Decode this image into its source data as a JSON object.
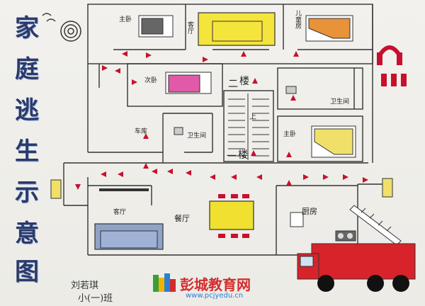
{
  "title_chars": [
    "家",
    "庭",
    "逃",
    "生",
    "示",
    "意",
    "图"
  ],
  "rooms": {
    "master_bedroom_top": "主卧",
    "living_room_upstairs": "客厅",
    "child_bedroom": "儿童房",
    "second_bedroom": "次卧",
    "bathroom_upstairs": "卫生间",
    "garage": "车库",
    "bathroom_downstairs": "卫生间",
    "master_bedroom_lower": "主卧",
    "living_room": "客厅",
    "dining_room": "餐厅",
    "kitchen": "厨房"
  },
  "floors": {
    "second_a": "二",
    "second_b": "楼",
    "first_a": "一",
    "first_b": "楼",
    "stair_up": "上"
  },
  "signature": {
    "name": "刘若琪",
    "class_name": "小(一)班"
  },
  "watermark": {
    "brand": "彭城教育网",
    "url": "www.pcjyedu.cn"
  },
  "colors": {
    "arrow": "#c8102e",
    "sofa_yellow": "#f5e43c",
    "bed_orange": "#e8923a",
    "bed_pink": "#e05aa8",
    "bed_yellow": "#f0e06a",
    "sofa_blue": "#8fa3c9",
    "table_yellow": "#f0e030",
    "fire_truck": "#d8232a",
    "brand_red": "#d42c2c"
  },
  "icons": [
    "fire-alarm-icon",
    "fire-extinguisher-icon",
    "fire-truck-icon",
    "books-logo-icon"
  ]
}
